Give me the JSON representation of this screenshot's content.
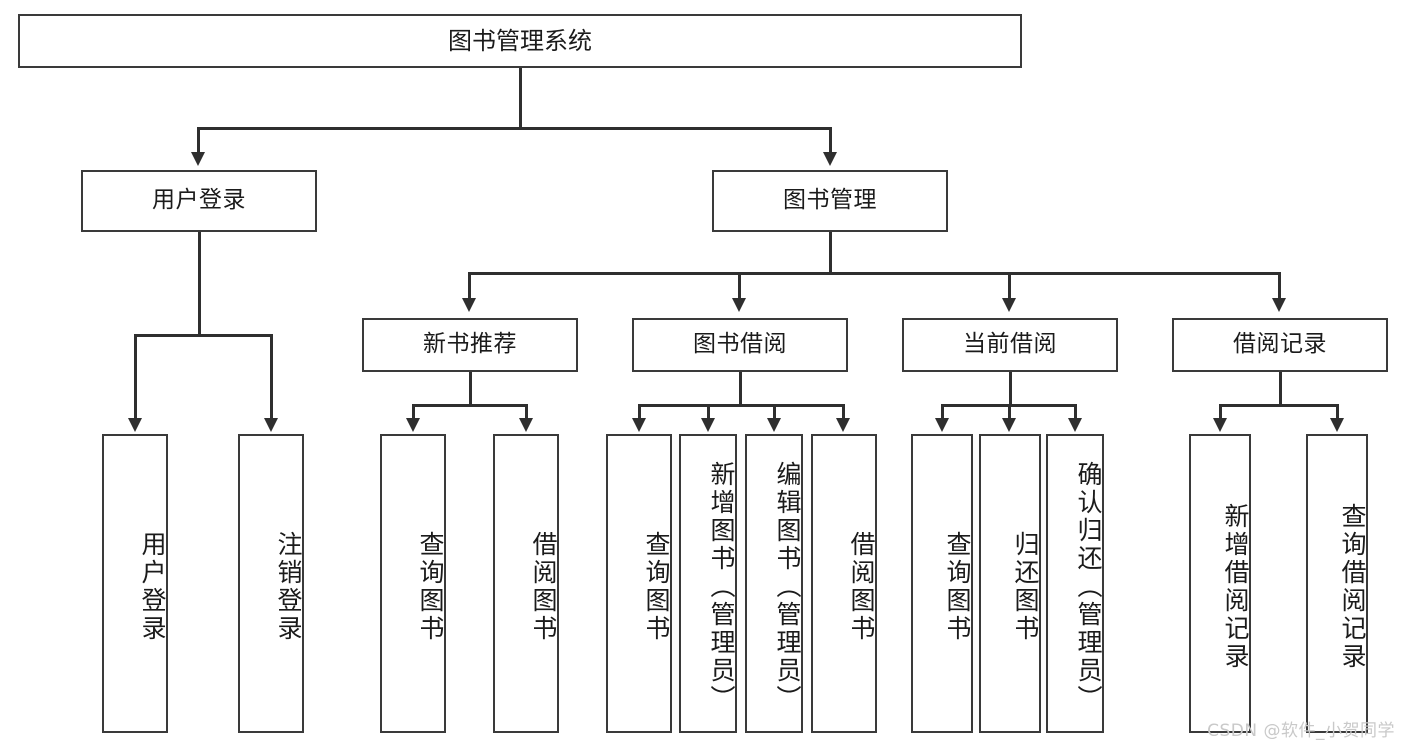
{
  "diagram": {
    "title": "图书管理系统",
    "type": "tree-hierarchy",
    "levels": 4,
    "nodes": {
      "root": {
        "label": "图书管理系统"
      },
      "level2": [
        {
          "id": "user-login",
          "label": "用户登录"
        },
        {
          "id": "book-manage",
          "label": "图书管理"
        }
      ],
      "level3": [
        {
          "id": "new-book-recommend",
          "label": "新书推荐"
        },
        {
          "id": "book-borrow",
          "label": "图书借阅"
        },
        {
          "id": "current-borrow",
          "label": "当前借阅"
        },
        {
          "id": "borrow-record",
          "label": "借阅记录"
        }
      ],
      "leaves_user_login": [
        {
          "id": "leaf-user-login",
          "label": "用户登录"
        },
        {
          "id": "leaf-user-logout",
          "label": "注销登录"
        }
      ],
      "leaves_new_book": [
        {
          "id": "leaf-query-book-1",
          "label": "查询图书"
        },
        {
          "id": "leaf-borrow-book-1",
          "label": "借阅图书"
        }
      ],
      "leaves_book_borrow": [
        {
          "id": "leaf-query-book-2",
          "label": "查询图书"
        },
        {
          "id": "leaf-add-book",
          "label": "新增图书（管理员）"
        },
        {
          "id": "leaf-edit-book",
          "label": "编辑图书（管理员）"
        },
        {
          "id": "leaf-borrow-book-2",
          "label": "借阅图书"
        }
      ],
      "leaves_current_borrow": [
        {
          "id": "leaf-query-book-3",
          "label": "查询图书"
        },
        {
          "id": "leaf-return-book",
          "label": "归还图书"
        },
        {
          "id": "leaf-confirm-return",
          "label": "确认归还（管理员）"
        }
      ],
      "leaves_borrow_record": [
        {
          "id": "leaf-add-record",
          "label": "新增借阅记录"
        },
        {
          "id": "leaf-query-record",
          "label": "查询借阅记录"
        }
      ]
    }
  },
  "watermark": {
    "text": "CSDN @软件_小贺同学"
  },
  "colors": {
    "border": "#3a3a3a",
    "connector": "#2f2f2f",
    "text": "#1b1b1b",
    "background": "#ffffff",
    "watermark": "#c9c9c9"
  }
}
